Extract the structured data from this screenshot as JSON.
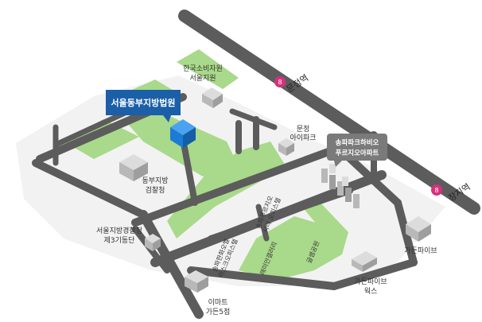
{
  "colors": {
    "road": "#5c5c5c",
    "road_light": "#8a8a8a",
    "park": "#a9d98a",
    "park_edge": "#8fc56f",
    "ground": "#f2f2f2",
    "building_top": "#dcdcdc",
    "building_left": "#b8b8b8",
    "building_right": "#9e9e9e",
    "highlight_building": "#1c7bd4",
    "highlight_callout": "#1a5fa8",
    "gray_callout": "#7a7a7a",
    "station_badge": "#d6317d"
  },
  "target": {
    "label": "서울동부지방법원"
  },
  "stations": [
    {
      "label": "문정역",
      "icon": "subway-line-8-icon",
      "badge": "8"
    },
    {
      "label": "장지역",
      "icon": "subway-line-8-icon",
      "badge": "8"
    }
  ],
  "apartment_callout": {
    "lines": [
      "송파파크하비오",
      "푸르지오아파트"
    ]
  },
  "labels": {
    "consumer_agency": [
      "한국소비자원",
      "서울지원"
    ],
    "munjeong_ipark": [
      "문정",
      "아이파크"
    ],
    "prosecutors_office": [
      "동부지방",
      "검찰청"
    ],
    "police_unit": [
      "서울지방경찰청",
      "제3기동단"
    ],
    "garden_five": "가든파이브",
    "garden_five_works": [
      "가든파이브",
      "웍스"
    ],
    "emart": [
      "이마트",
      "가든5점"
    ]
  },
  "road_labels": {
    "hanwha": [
      "송파한화오벨",
      "리스크오피스텔"
    ],
    "sk_city": [
      "송파푸르지오",
      "시티 오피스텔"
    ],
    "raemian": "래미안갤러리",
    "park_name": "글샘공원"
  }
}
